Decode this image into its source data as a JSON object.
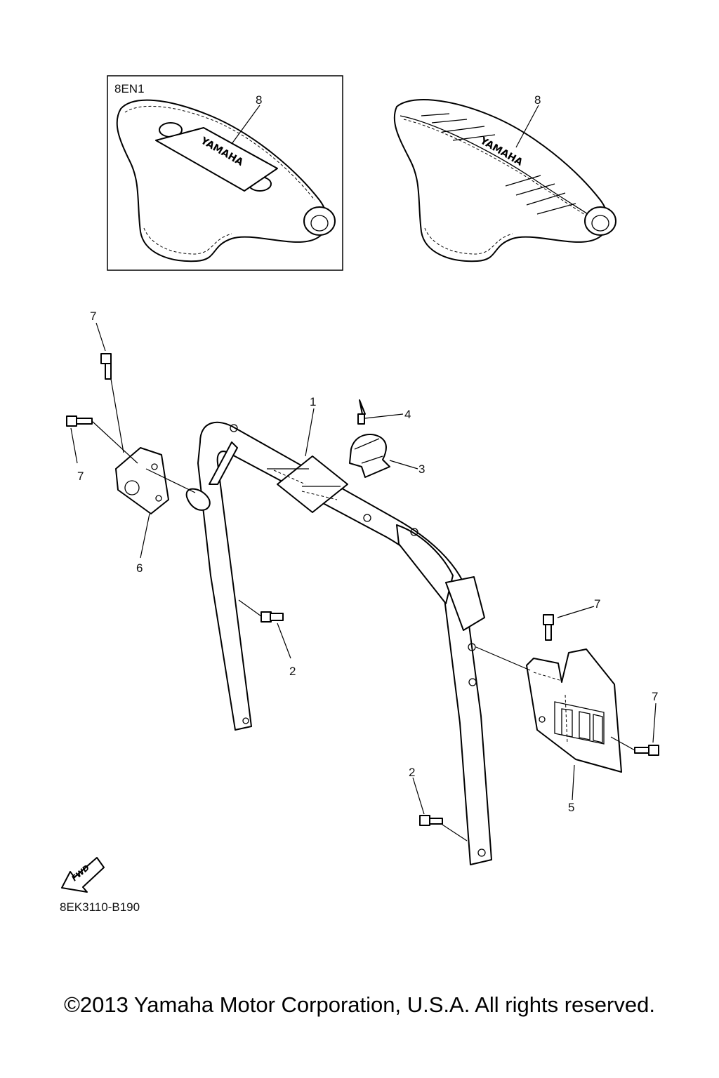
{
  "diagram": {
    "inset_label": "8EN1",
    "reference_code": "8EK3110-B190",
    "forward_indicator": "FWD",
    "seat_logo": "YAMAHA",
    "callouts": {
      "c1": "1",
      "c2a": "2",
      "c2b": "2",
      "c3": "3",
      "c4": "4",
      "c5": "5",
      "c6": "6",
      "c7a": "7",
      "c7b": "7",
      "c7c": "7",
      "c7d": "7",
      "c8a": "8",
      "c8b": "8"
    }
  },
  "footer": {
    "copyright": "©2013 Yamaha Motor Corporation, U.S.A. All rights reserved."
  }
}
